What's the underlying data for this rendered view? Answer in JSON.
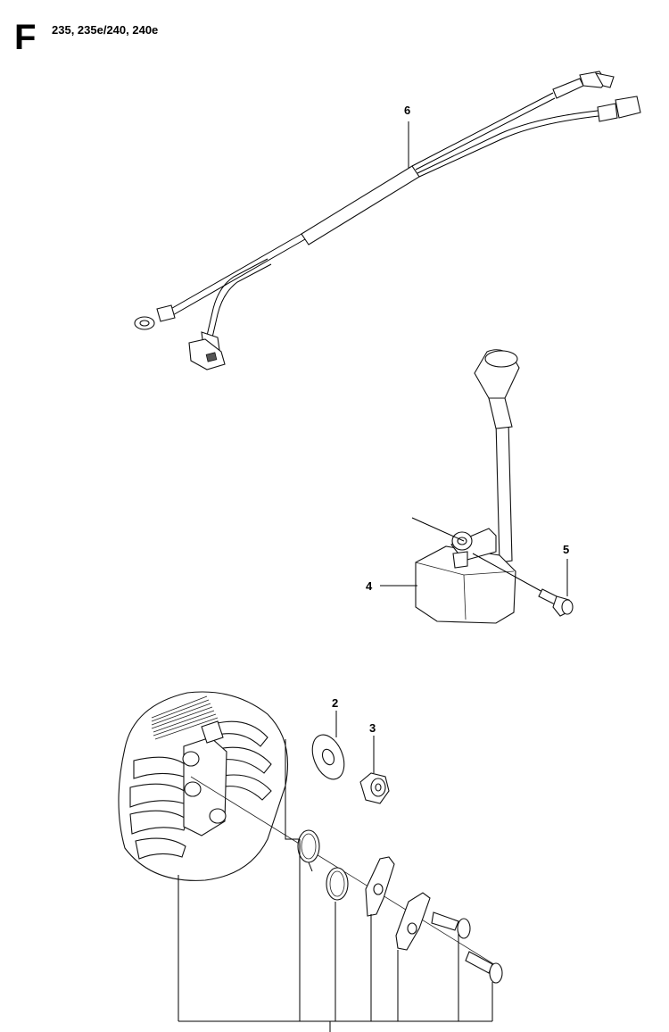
{
  "header": {
    "section_letter": "F",
    "models": "235, 235e/240, 240e"
  },
  "callouts": {
    "c2": "2",
    "c3": "3",
    "c4": "4",
    "c5": "5",
    "c6": "6"
  }
}
